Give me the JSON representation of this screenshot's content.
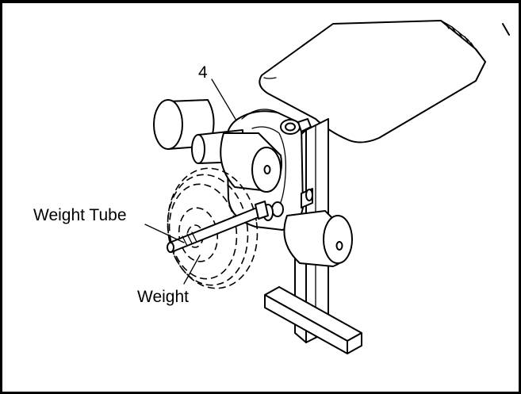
{
  "labels": {
    "part_number": "4",
    "weight_tube": "Weight Tube",
    "weight": "Weight"
  }
}
